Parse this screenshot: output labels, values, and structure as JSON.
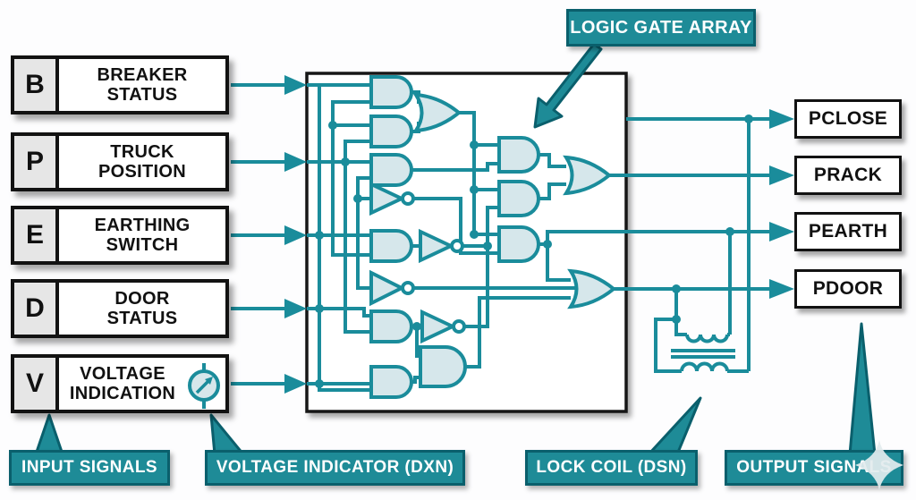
{
  "callouts": {
    "logic_gate_array": "LOGIC GATE ARRAY",
    "input_signals": "INPUT SIGNALS",
    "voltage_indicator": "VOLTAGE INDICATOR (DXN)",
    "lock_coil": "LOCK COIL (DSN)",
    "output_signals": "OUTPUT SIGNALS"
  },
  "inputs": [
    {
      "key": "B",
      "label": "BREAKER\nSTATUS"
    },
    {
      "key": "P",
      "label": "TRUCK\nPOSITION"
    },
    {
      "key": "E",
      "label": "EARTHING\nSWITCH"
    },
    {
      "key": "D",
      "label": "DOOR\nSTATUS"
    },
    {
      "key": "V",
      "label": "VOLTAGE\nINDICATION"
    }
  ],
  "outputs": [
    {
      "label": "PCLOSE"
    },
    {
      "label": "PRACK"
    },
    {
      "label": "PEARTH"
    },
    {
      "label": "PDOOR"
    }
  ],
  "icons": {
    "voltage_meter": "analog-meter-dial-with-needle",
    "watermark": "four-point-sparkle"
  },
  "colors": {
    "line_teal": "#1a8c9b",
    "callout_fill": "#1e8b97",
    "callout_border": "#0a5f6c",
    "gate_fill": "#d6e7eb",
    "box_border": "#121212",
    "letter_cell": "#e6e6e6",
    "background": "#fdfdfe"
  }
}
